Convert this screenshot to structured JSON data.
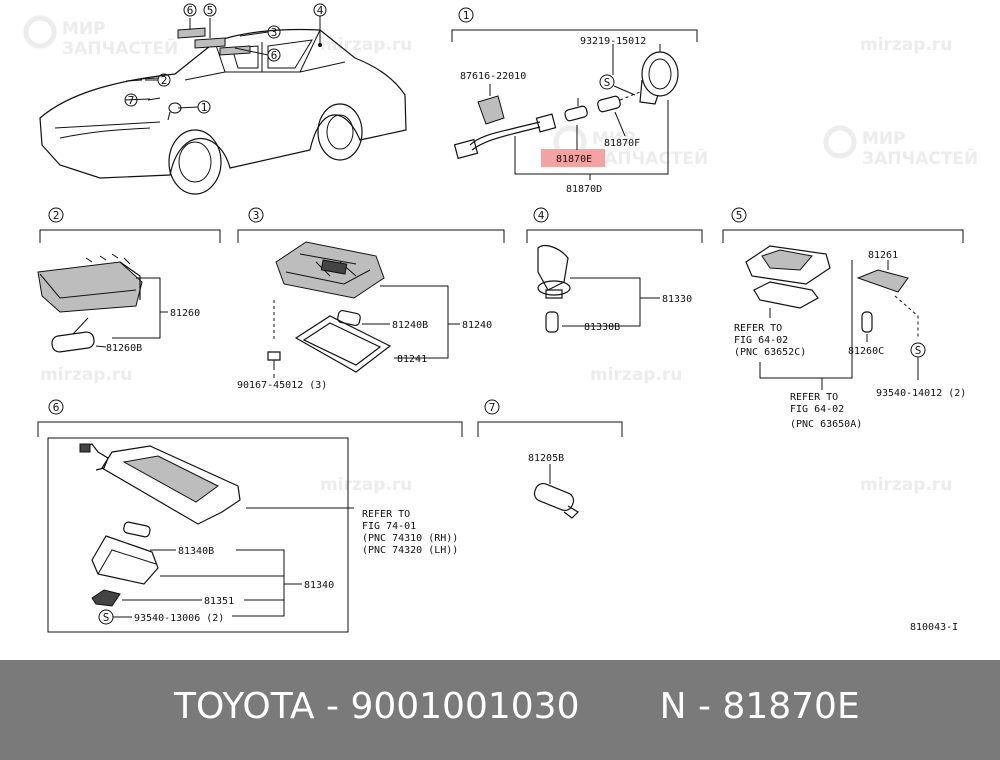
{
  "watermark": {
    "line1": "МИР",
    "line2": "ЗАПЧАСТЕЙ",
    "site": "mirzap.ru"
  },
  "groups": {
    "g1": {
      "num": "1",
      "label_81870E": "81870E",
      "label_81870D": "81870D",
      "label_81870F": "81870F",
      "label_87616": "87616-22010",
      "label_93219": "93219-15012",
      "symbol": "S",
      "highlight_color": "#f4a3a3"
    },
    "g2": {
      "num": "2",
      "label_81260": "81260",
      "label_81260B": "81260B"
    },
    "g3": {
      "num": "3",
      "label_81240": "81240",
      "label_81240B": "81240B",
      "label_81241": "81241",
      "label_90167": "90167-45012 (3)"
    },
    "g4": {
      "num": "4",
      "label_81330": "81330",
      "label_81330B": "81330B"
    },
    "g5": {
      "num": "5",
      "label_81261": "81261",
      "label_81260C": "81260C",
      "label_93540": "93540-14012 (2)",
      "symbol": "S",
      "refer1": [
        "REFER TO",
        "FIG 64-02",
        "(PNC 63652C)"
      ],
      "refer2": [
        "REFER TO",
        "FIG 64-02",
        "(PNC 63650A)"
      ]
    },
    "g6": {
      "num": "6",
      "label_81340": "81340",
      "label_81340B": "81340B",
      "label_81351": "81351",
      "label_93540": "93540-13006 (2)",
      "symbol": "S",
      "refer": [
        "REFER TO",
        "FIG 74-01",
        "(PNC 74310 (RH))",
        "(PNC 74320 (LH))"
      ]
    },
    "g7": {
      "num": "7",
      "label_81205B": "81205B"
    }
  },
  "car_callouts": [
    "6",
    "5",
    "3",
    "4",
    "6",
    "2",
    "7",
    "1"
  ],
  "figure_code": "810043-I",
  "footer": {
    "brand": "TOYOTA",
    "separator": " - ",
    "part_number": "9001001030",
    "prefix": "N",
    "pnc": "81870E"
  }
}
